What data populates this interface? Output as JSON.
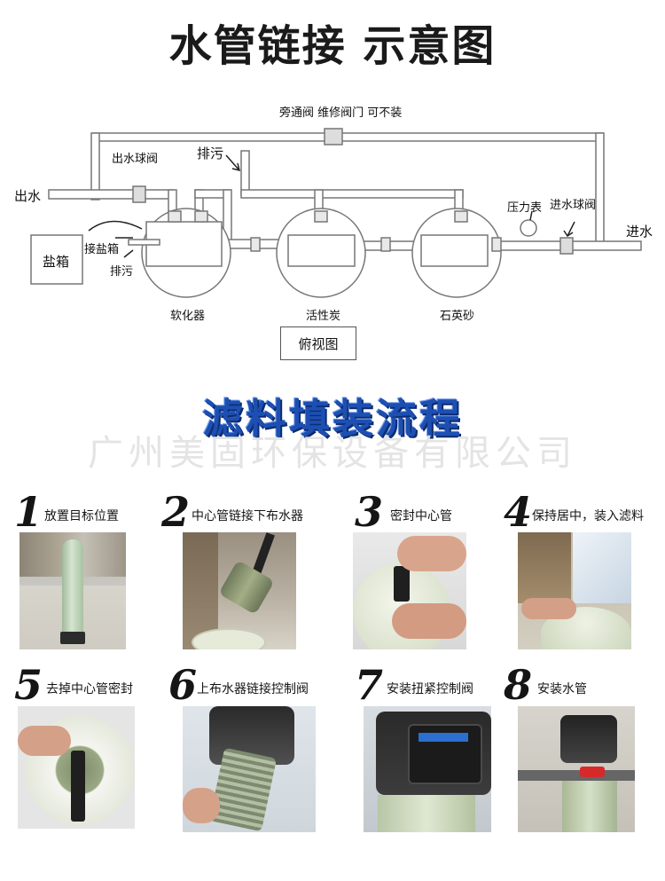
{
  "header": {
    "title": "水管链接 示意图"
  },
  "diagram": {
    "labels": {
      "bypass": "旁通阀 维修阀门  可不装",
      "outlet_ball_valve": "出水球阀",
      "drain_top": "排污",
      "outlet": "出水",
      "salt_box": "盐箱",
      "salt_connect": "接盐箱",
      "drain_bottom": "排污",
      "pressure_gauge": "压力表",
      "inlet_ball_valve": "进水球阀",
      "inlet": "进水",
      "softener": "软化器",
      "carbon": "活性炭",
      "quartz": "石英砂",
      "top_view": "俯视图"
    }
  },
  "section2": {
    "title": "滤料填装流程",
    "watermark": "广州美固环保设备有限公司"
  },
  "steps": [
    {
      "num": "1",
      "text": "放置目标位置"
    },
    {
      "num": "2",
      "text": "中心管链接下布水器"
    },
    {
      "num": "3",
      "text": "密封中心管"
    },
    {
      "num": "4",
      "text": "保持居中，装入滤料"
    },
    {
      "num": "5",
      "text": "去掉中心管密封"
    },
    {
      "num": "6",
      "text": "上布水器链接控制阀"
    },
    {
      "num": "7",
      "text": "安装扭紧控制阀"
    },
    {
      "num": "8",
      "text": "安装水管"
    }
  ]
}
